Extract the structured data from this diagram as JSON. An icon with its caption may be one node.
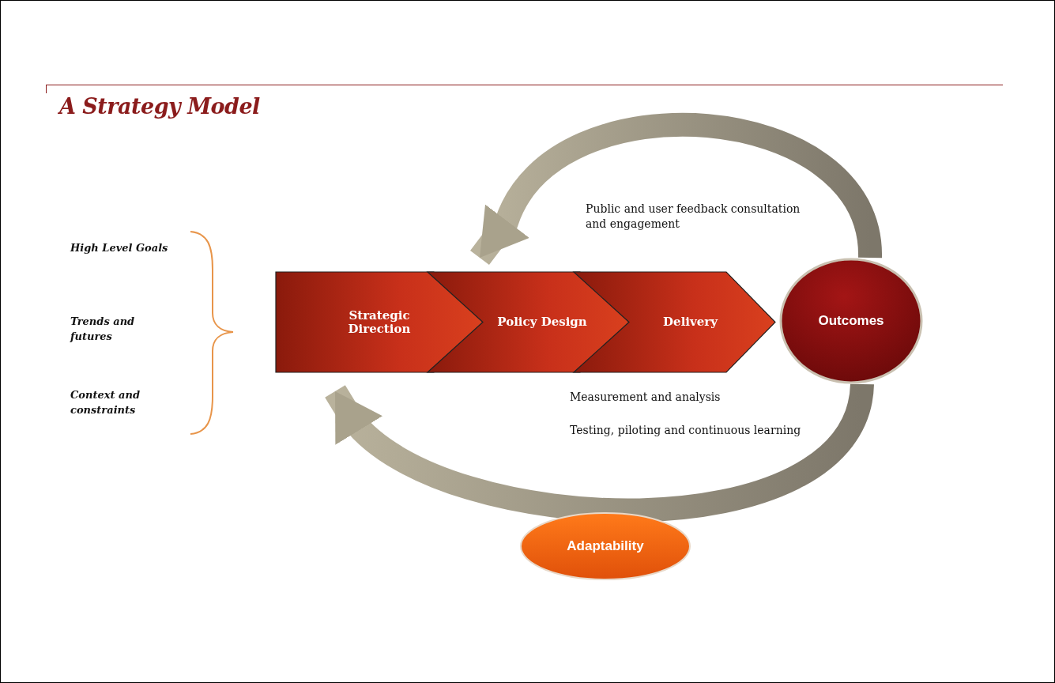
{
  "diagram": {
    "title": "A Strategy Model",
    "nodes": [
      {
        "text": [
          "Strategic Direction"
        ]
      },
      {
        "text": [
          "Policy Design"
        ]
      },
      {
        "text": [
          "Delivery"
        ]
      },
      {
        "text": [
          "Outcomes"
        ]
      },
      {
        "text": [
          "Adaptability"
        ]
      }
    ],
    "edges": [
      {
        "from": 3,
        "to": 0,
        "arrow": "to",
        "label": "Public and user feedback consultation and engagement"
      },
      {
        "from": 3,
        "to": 0,
        "arrow": "to"
      }
    ],
    "labels": [
      "High Level Goals",
      "Trends and futures",
      "Context and constraints",
      "Measurement and analysis",
      "Testing, piloting and continuous learning"
    ]
  }
}
